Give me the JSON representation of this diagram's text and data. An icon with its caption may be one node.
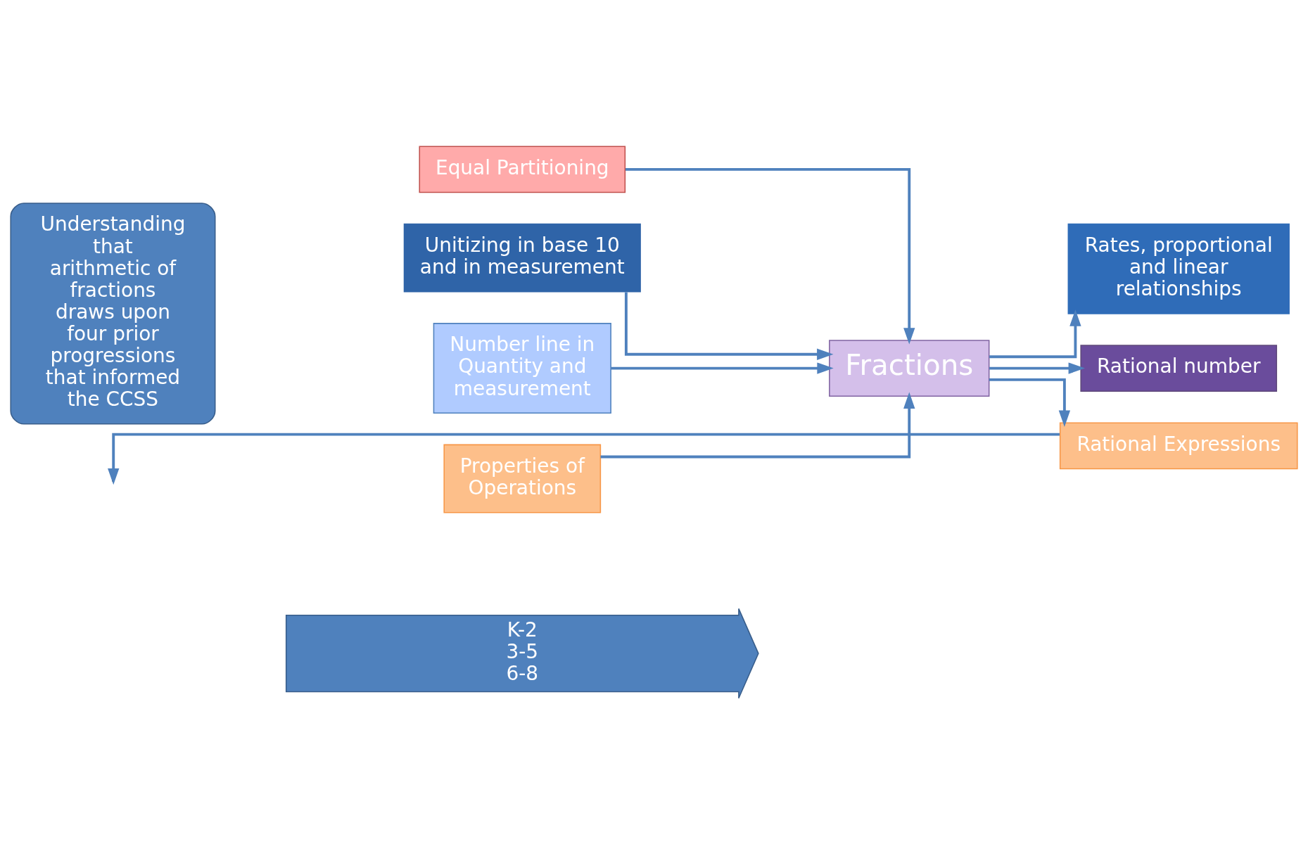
{
  "diagram": {
    "nodes": [
      {
        "text": [
          "Understanding that arithmetic of fractions draws upon four prior progressions that informed the CCSS"
        ]
      },
      {
        "text": [
          "K-2",
          "3-5",
          "6-8"
        ]
      },
      {
        "text": [
          "Equal Partitioning"
        ]
      },
      {
        "text": [
          "Unitizing in base 10 and in measurement"
        ]
      },
      {
        "text": [
          "Number line in Quantity and measurement"
        ]
      },
      {
        "text": [
          "Properties of Operations"
        ]
      },
      {
        "text": [
          "Fractions"
        ]
      },
      {
        "text": [
          "Rates, proportional and linear relationships"
        ]
      },
      {
        "text": [
          "Rational number"
        ]
      },
      {
        "text": [
          "Rational Expressions"
        ]
      }
    ],
    "edges": [
      {
        "from": 2,
        "to": 6,
        "arrow": "to"
      },
      {
        "from": 3,
        "to": 6,
        "arrow": "to"
      },
      {
        "from": 4,
        "to": 6,
        "arrow": "to"
      },
      {
        "from": 5,
        "to": 6,
        "arrow": "to"
      },
      {
        "from": 6,
        "to": 7,
        "arrow": "to"
      },
      {
        "from": 6,
        "to": 8,
        "arrow": "to"
      },
      {
        "from": 6,
        "to": 9,
        "arrow": "to"
      },
      {
        "from": 9,
        "to": null,
        "arrow": "to"
      }
    ]
  }
}
